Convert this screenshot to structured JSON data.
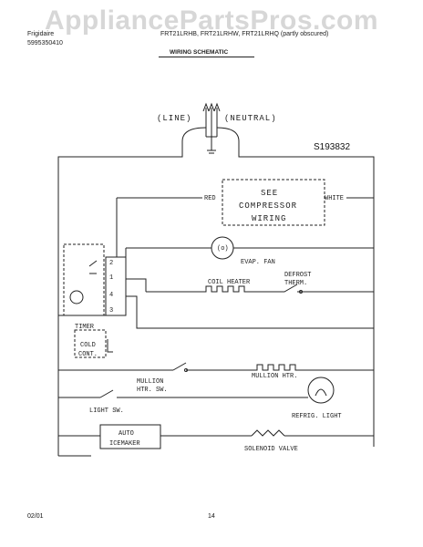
{
  "watermark": "AppliancePartsPros.com",
  "header": {
    "brand": "Frigidaire",
    "part_number": "5995350410",
    "models": "FRT21LRHB, FRT21LRHW, FRT21LRHQ (partly obscured)",
    "title": "WIRING SCHEMATIC"
  },
  "diagram": {
    "diagram_id": "S193832",
    "line_label": "(LINE)",
    "neutral_label": "(NEUTRAL)",
    "compressor": {
      "line1": "SEE",
      "line2": "COMPRESSOR",
      "line3": "WIRING",
      "left_wire": "RED",
      "right_wire": "WHITE"
    },
    "evap_fan": "EVAP. FAN",
    "coil_heater": "COIL HEATER",
    "defrost_therm_1": "DEFROST",
    "defrost_therm_2": "THERM.",
    "timer": "TIMER",
    "timer_terminals": [
      "2",
      "1",
      "4",
      "3"
    ],
    "cold_control_1": "COLD",
    "cold_control_2": "CONT.",
    "mullion_switch_1": "MULLION",
    "mullion_switch_2": "HTR. SW.",
    "mullion_heater": "MULLION HTR.",
    "refrig_light": "REFRIG. LIGHT",
    "light_switch": "LIGHT SW.",
    "icemaker_1": "AUTO",
    "icemaker_2": "ICEMAKER",
    "solenoid_valve": "SOLENOID VALVE"
  },
  "footer": {
    "date": "02/01",
    "page": "14"
  }
}
